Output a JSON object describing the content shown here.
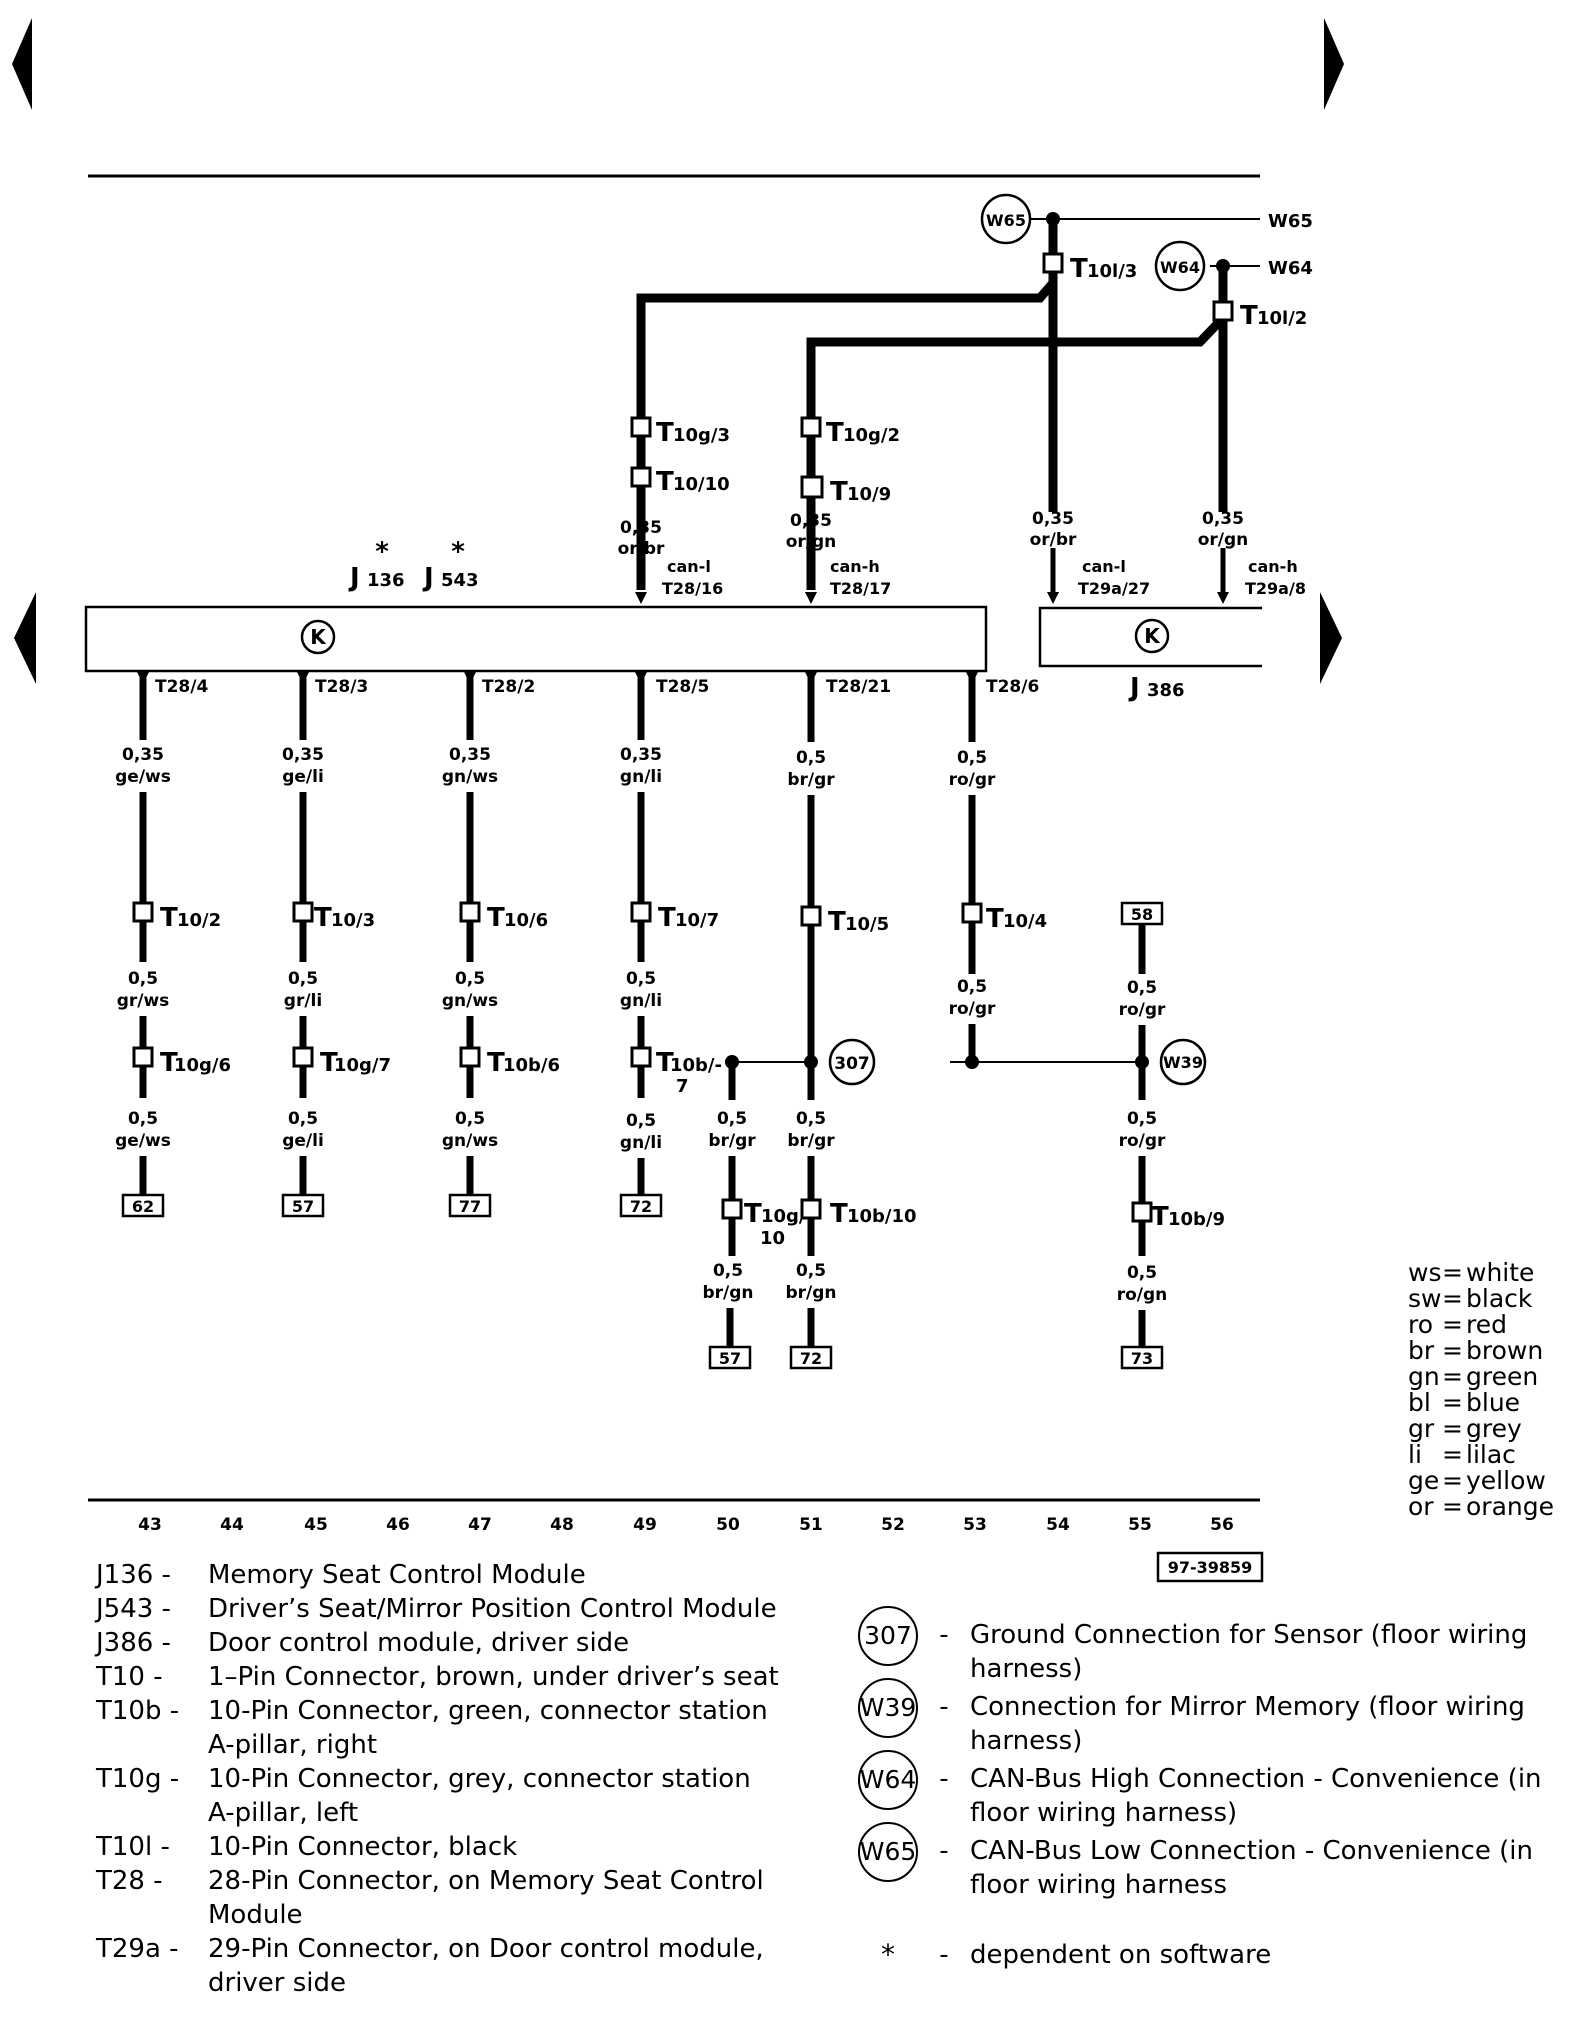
{
  "nav": {
    "prev_label": "previous page",
    "next_label": "next page"
  },
  "modules": {
    "memory_star_1": "*",
    "memory_star_2": "*",
    "j136_main": "J",
    "j136_sub": "136",
    "j543_main": "J",
    "j543_sub": "543",
    "j386_main": "J",
    "j386_sub": "386",
    "k_symbol": "K"
  },
  "pins_top": [
    {
      "pin": "can-l",
      "connector": "T28/16",
      "size": "0,35",
      "color": "or/br"
    },
    {
      "pin": "can-h",
      "connector": "T28/17",
      "size": "0,35",
      "color": "or/gn"
    },
    {
      "pin": "can-l",
      "connector": "T29a/27",
      "size": "0,35",
      "color": "or/br"
    },
    {
      "pin": "can-h",
      "connector": "T29a/8",
      "size": "0,35",
      "color": "or/gn"
    }
  ],
  "top_connectors": {
    "t10g3": {
      "main": "T",
      "sub": "10g/3"
    },
    "t1010": {
      "main": "T",
      "sub": "10/10"
    },
    "t10g2": {
      "main": "T",
      "sub": "10g/2"
    },
    "t109": {
      "main": "T",
      "sub": "10/9"
    },
    "t10l3": {
      "main": "T",
      "sub": "10l/3"
    },
    "t10l2": {
      "main": "T",
      "sub": "10l/2"
    }
  },
  "bus_points": {
    "w65": "W65",
    "w64": "W64",
    "w65_line": "W65",
    "w64_line": "W64"
  },
  "lower_wires": [
    {
      "pin": "T28/4",
      "size1": "0,35",
      "color1": "ge/ws",
      "conn1_sub": "10/2",
      "size2": "0,5",
      "color2": "gr/ws",
      "conn2_sub": "10g/6",
      "size3": "0,5",
      "color3": "ge/ws",
      "ref": "62"
    },
    {
      "pin": "T28/3",
      "size1": "0,35",
      "color1": "ge/li",
      "conn1_sub": "10/3",
      "size2": "0,5",
      "color2": "gr/li",
      "conn2_sub": "10g/7",
      "size3": "0,5",
      "color3": "ge/li",
      "ref": "57"
    },
    {
      "pin": "T28/2",
      "size1": "0,35",
      "color1": "gn/ws",
      "conn1_sub": "10/6",
      "size2": "0,5",
      "color2": "gn/ws",
      "conn2_sub": "10b/6",
      "size3": "0,5",
      "color3": "gn/ws",
      "ref": "77"
    },
    {
      "pin": "T28/5",
      "size1": "0,35",
      "color1": "gn/li",
      "conn1_sub": "10/7",
      "size2": "0,5",
      "color2": "gn/li",
      "conn2_sub": "10b/-",
      "conn2_extra": "7",
      "size3": "0,5",
      "color3": "gn/li",
      "ref": "72"
    },
    {
      "pin": "T28/21",
      "size1": "0,5",
      "color1": "br/gr",
      "conn1_sub": "10/5"
    },
    {
      "pin": "T28/6",
      "size1": "0,5",
      "color1": "ro/gr",
      "conn1_sub": "10/4",
      "size2": "0,5",
      "color2": "ro/gr"
    }
  ],
  "ground_branch": {
    "left": {
      "size": "0,5",
      "color": "br/gr",
      "conn_sub": "10g/",
      "conn_extra": "10",
      "size2": "0,5",
      "color2": "br/gn",
      "ref": "57"
    },
    "right": {
      "size": "0,5",
      "color": "br/gr",
      "conn_sub": "10b/10",
      "size2": "0,5",
      "color2": "br/gn",
      "ref": "72"
    },
    "circle": "307"
  },
  "w39_branch": {
    "top_ref": "58",
    "size_top": "0,5",
    "color_top": "ro/gr",
    "circle": "W39",
    "size": "0,5",
    "color": "ro/gr",
    "conn_sub": "10b/9",
    "size2": "0,5",
    "color2": "ro/gn",
    "ref": "73"
  },
  "ruler": [
    "43",
    "44",
    "45",
    "46",
    "47",
    "48",
    "49",
    "50",
    "51",
    "52",
    "53",
    "54",
    "55",
    "56"
  ],
  "figure_id": "97-39859",
  "color_legend": [
    {
      "code": "ws",
      "eq": "=",
      "name": "white"
    },
    {
      "code": "sw",
      "eq": "=",
      "name": "black"
    },
    {
      "code": "ro",
      "eq": "=",
      "name": "red"
    },
    {
      "code": "br",
      "eq": "=",
      "name": "brown"
    },
    {
      "code": "gn",
      "eq": "=",
      "name": "green"
    },
    {
      "code": "bl",
      "eq": "=",
      "name": "blue"
    },
    {
      "code": "gr",
      "eq": "=",
      "name": "grey"
    },
    {
      "code": "li",
      "eq": "=",
      "name": "lilac"
    },
    {
      "code": "ge",
      "eq": "=",
      "name": "yellow"
    },
    {
      "code": "or",
      "eq": "=",
      "name": "orange"
    }
  ],
  "components": [
    {
      "code": "J136 -",
      "desc": "Memory Seat Control Module"
    },
    {
      "code": "J543 -",
      "desc": "Driver’s Seat/Mirror Position Control Module"
    },
    {
      "code": "J386 -",
      "desc": "Door control module, driver side"
    },
    {
      "code": "T10   -",
      "desc": "1–Pin Connector, brown, under driver’s seat"
    },
    {
      "code": "T10b -",
      "desc": "10-Pin Connector, green, connector station A-pillar, right"
    },
    {
      "code": "T10g -",
      "desc": "10-Pin Connector, grey, connector station A-pillar, left"
    },
    {
      "code": "T10l  -",
      "desc": "10-Pin Connector, black"
    },
    {
      "code": "T28   -",
      "desc": "28-Pin Connector, on Memory Seat Control Module"
    },
    {
      "code": "T29a -",
      "desc": "29-Pin Connector, on Door control module, driver side"
    }
  ],
  "connections": [
    {
      "circle": "307",
      "dash": "-",
      "desc": "Ground Connection for Sensor (floor wiring harness)"
    },
    {
      "circle": "W39",
      "dash": "-",
      "desc": "Connection for  Mirror Memory  (floor wiring harness)"
    },
    {
      "circle": "W64",
      "dash": "-",
      "desc": "CAN-Bus High Connection - Convenience (in floor wiring harness)"
    },
    {
      "circle": "W65",
      "dash": "-",
      "desc": "CAN-Bus Low Connection - Convenience (in floor wiring harness"
    }
  ],
  "footnote": {
    "star": "*",
    "dash": "-",
    "desc": "dependent on software"
  }
}
